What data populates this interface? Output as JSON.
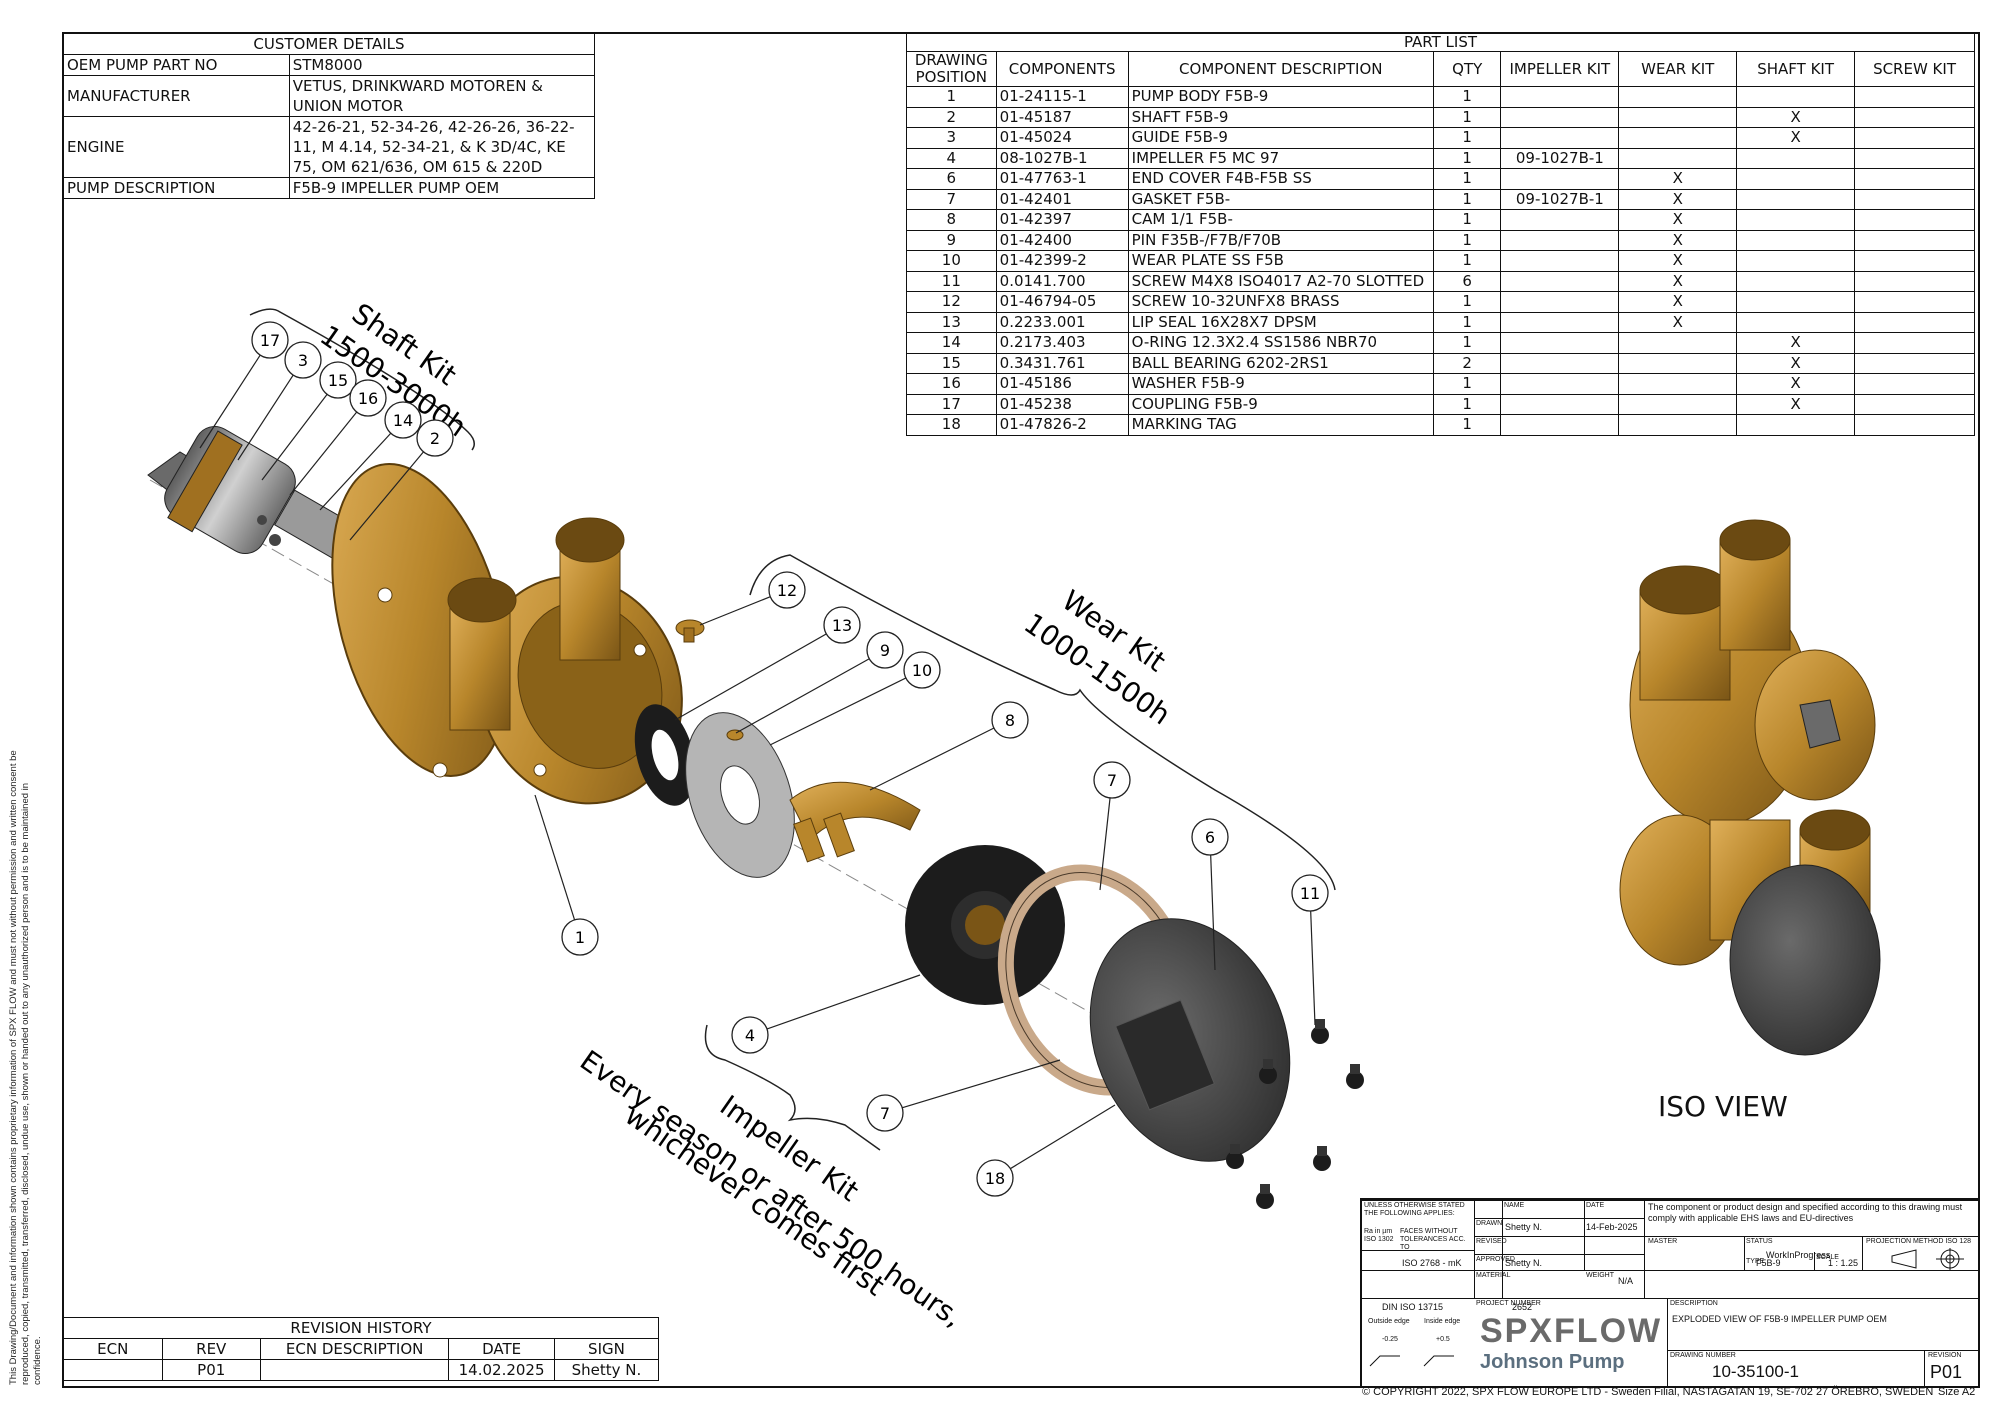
{
  "customer_details": {
    "title": "CUSTOMER DETAILS",
    "rows": [
      {
        "label": "OEM PUMP PART NO",
        "value": "STM8000"
      },
      {
        "label": "MANUFACTURER",
        "value": "VETUS, DRINKWARD MOTOREN & UNION MOTOR"
      },
      {
        "label": "ENGINE",
        "value": "42-26-21, 52-34-26, 42-26-26, 36-22-11, M 4.14, 52-34-21, & K 3D/4C, KE 75, OM 621/636, OM 615 & 220D"
      },
      {
        "label": "PUMP DESCRIPTION",
        "value": "F5B-9 IMPELLER PUMP OEM"
      }
    ]
  },
  "part_list": {
    "title": "PART LIST",
    "headers": [
      "DRAWING POSITION",
      "COMPONENTS",
      "COMPONENT DESCRIPTION",
      "QTY",
      "IMPELLER KIT",
      "WEAR KIT",
      "SHAFT KIT",
      "SCREW KIT"
    ],
    "rows": [
      [
        "1",
        "01-24115-1",
        "PUMP BODY F5B-9",
        "1",
        "",
        "",
        "",
        ""
      ],
      [
        "2",
        "01-45187",
        "SHAFT F5B-9",
        "1",
        "",
        "",
        "X",
        ""
      ],
      [
        "3",
        "01-45024",
        "GUIDE F5B-9",
        "1",
        "",
        "",
        "X",
        ""
      ],
      [
        "4",
        "08-1027B-1",
        "IMPELLER F5 MC 97",
        "1",
        "09-1027B-1",
        "",
        "",
        ""
      ],
      [
        "6",
        "01-47763-1",
        "END COVER F4B-F5B SS",
        "1",
        "",
        "X",
        "",
        ""
      ],
      [
        "7",
        "01-42401",
        "GASKET F5B-",
        "1",
        "09-1027B-1",
        "X",
        "",
        ""
      ],
      [
        "8",
        "01-42397",
        "CAM 1/1 F5B-",
        "1",
        "",
        "X",
        "",
        ""
      ],
      [
        "9",
        "01-42400",
        "PIN F35B-/F7B/F70B",
        "1",
        "",
        "X",
        "",
        ""
      ],
      [
        "10",
        "01-42399-2",
        "WEAR PLATE SS F5B",
        "1",
        "",
        "X",
        "",
        ""
      ],
      [
        "11",
        "0.0141.700",
        "SCREW M4X8 ISO4017 A2-70 SLOTTED",
        "6",
        "",
        "X",
        "",
        ""
      ],
      [
        "12",
        "01-46794-05",
        "SCREW 10-32UNFX8 BRASS",
        "1",
        "",
        "X",
        "",
        ""
      ],
      [
        "13",
        "0.2233.001",
        "LIP SEAL 16X28X7 DPSM",
        "1",
        "",
        "X",
        "",
        ""
      ],
      [
        "14",
        "0.2173.403",
        "O-RING 12.3X2.4 SS1586 NBR70",
        "1",
        "",
        "",
        "X",
        ""
      ],
      [
        "15",
        "0.3431.761",
        "BALL BEARING 6202-2RS1",
        "2",
        "",
        "",
        "X",
        ""
      ],
      [
        "16",
        "01-45186",
        "WASHER F5B-9",
        "1",
        "",
        "",
        "X",
        ""
      ],
      [
        "17",
        "01-45238",
        "COUPLING F5B-9",
        "1",
        "",
        "",
        "X",
        ""
      ],
      [
        "18",
        "01-47826-2",
        "MARKING TAG",
        "1",
        "",
        "",
        "",
        ""
      ]
    ]
  },
  "kits": {
    "shaft_kit": {
      "line1": "Shaft Kit",
      "line2": "1500-3000h"
    },
    "wear_kit": {
      "line1": "Wear Kit",
      "line2": "1000-1500h"
    },
    "impeller_kit": {
      "line1": "Impeller Kit",
      "line2": "Every season or after 500 hours,",
      "line3": "whichever comes first"
    }
  },
  "balloons": [
    "17",
    "3",
    "15",
    "16",
    "14",
    "2",
    "12",
    "13",
    "9",
    "10",
    "8",
    "7",
    "6",
    "11",
    "1",
    "4",
    "7",
    "18"
  ],
  "iso_view_label": "ISO VIEW",
  "revision_history": {
    "title": "REVISION HISTORY",
    "headers": [
      "ECN",
      "REV",
      "ECN DESCRIPTION",
      "DATE",
      "SIGN"
    ],
    "rows": [
      [
        "",
        "P01",
        "",
        "14.02.2025",
        "Shetty N."
      ]
    ]
  },
  "title_block": {
    "unless_stated": "UNLESS OTHERWISE STATED THE FOLLOWING APPLIES:",
    "ra": "Ra in µm ISO 1302",
    "faces": "FACES WITHOUT TOLERANCES ACC. TO",
    "tolerance_std": "ISO 2768 - mK",
    "din": "DIN ISO 13715",
    "outside_edge": "Outside edge",
    "inside_edge": "Inside edge",
    "outside_val": "-0.25",
    "inside_val": "+0.5",
    "name_label": "NAME",
    "date_label": "DATE",
    "drawn_label": "DRAWN",
    "drawn_name": "Shetty N.",
    "drawn_date": "14-Feb-2025",
    "revised_label": "REVISED",
    "approved_label": "APPROVED",
    "approved_name": "Shetty N.",
    "material_label": "MATERIAL",
    "weight_label": "WEIGHT",
    "weight_value": "N/A",
    "master_label": "MASTER",
    "status_label": "STATUS",
    "status_value": "WorkInProgress",
    "type_label": "TYPE",
    "type_value": "F5B-9",
    "scale_label": "SCALE",
    "scale_value": "1 : 1.25",
    "projection_label": "PROJECTION METHOD ISO 128",
    "compliance": "The component or product design and specified according to this drawing must comply with applicable EHS laws and EU-directives",
    "project_number_label": "PROJECT NUMBER",
    "project_number": "2652",
    "description_label": "DESCRIPTION",
    "description": "EXPLODED VIEW OF F5B-9 IMPELLER PUMP OEM",
    "drawing_number_label": "DRAWING NUMBER",
    "drawing_number": "10-35100-1",
    "revision_label": "REVISION",
    "revision": "P01",
    "logo_top": "SPXFLOW",
    "logo_bottom": "Johnson Pump"
  },
  "copyright": "© COPYRIGHT 2022, SPX FLOW EUROPE LTD - Sweden Filial, NASTAGATAN 19, SE-702 27 ÖREBRO, SWEDEN",
  "size": "Size  A2",
  "side_note": "This Drawing/Document and information shown contains proprietary information of SPX FLOW and must not without permission and written consent be reproduced, copied, transmitted, transferred, disclosed, undue use, shown or handed out to any unauthorized person and is to be maintained in confidence.",
  "colors": {
    "brass": "#b8862b",
    "brass_dark": "#7a5516",
    "rubber": "#1c1c1c",
    "steel": "#8e8e8e",
    "gasket": "#c9a98a"
  }
}
